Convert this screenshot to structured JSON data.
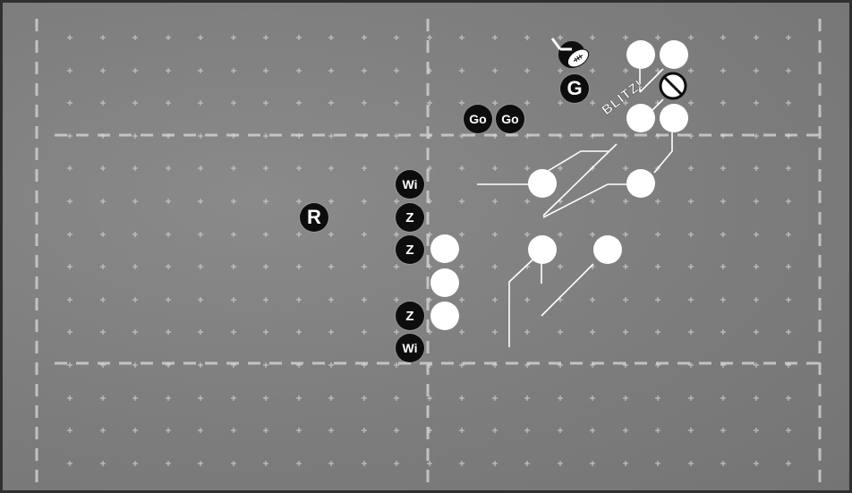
{
  "tokens": {
    "r": "R",
    "g": "G",
    "go_1": "Go",
    "go_2": "Go",
    "wi_top": "Wi",
    "z_1": "Z",
    "z_2": "Z",
    "z_3": "Z",
    "wi_bottom": "Wi"
  },
  "blitz_label": "BLITZ!",
  "icons": {
    "football": "football-icon",
    "no_entry": "prohibited-icon"
  },
  "colors": {
    "field": "#7d7d7d",
    "markings": "#d9d9d9",
    "token_dark": "#0d0d0d",
    "token_light": "#ffffff"
  }
}
